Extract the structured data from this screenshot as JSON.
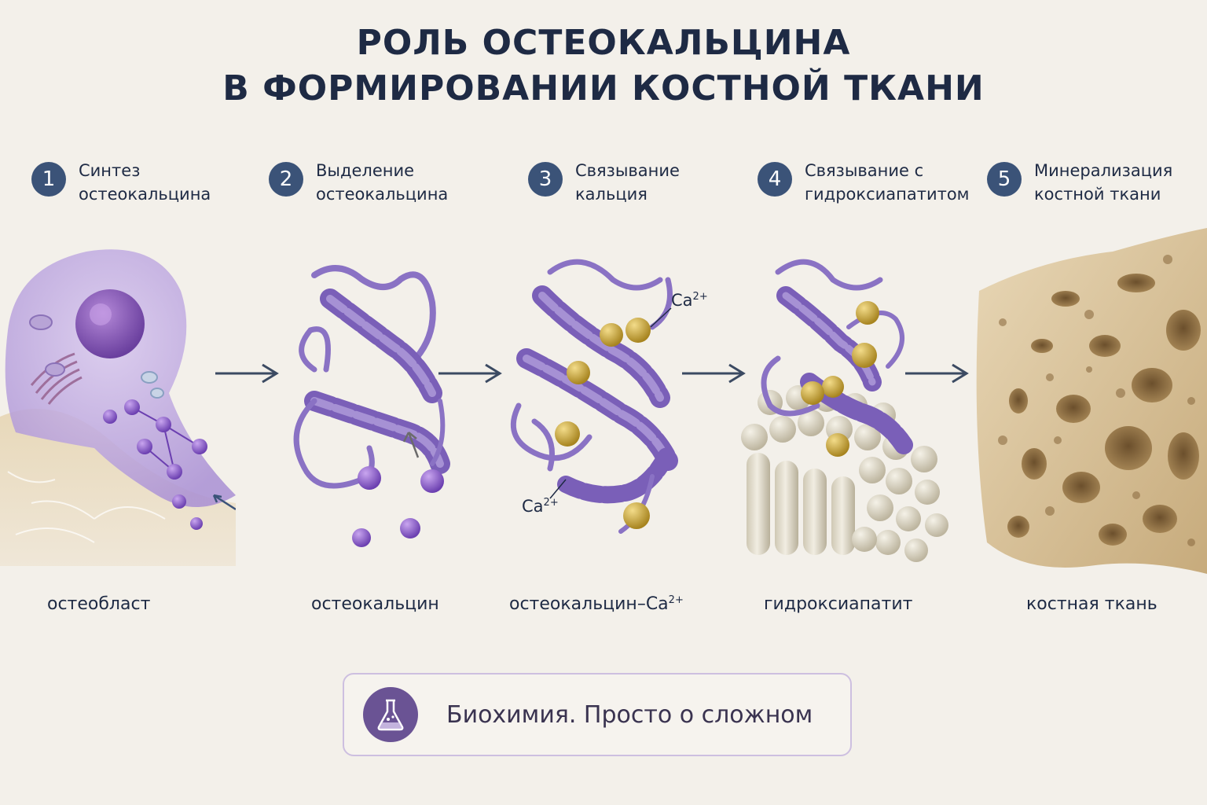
{
  "title": {
    "line1": "РОЛЬ ОСТЕОКАЛЬЦИНА",
    "line2": "В ФОРМИРОВАНИИ КОСТНОЙ ТКАНИ"
  },
  "steps": [
    {
      "number": "1",
      "label": "Синтез\nостеокальцина",
      "caption": "остеобласт"
    },
    {
      "number": "2",
      "label": "Выделение\nостеокальцина",
      "caption": "остеокальцин"
    },
    {
      "number": "3",
      "label": "Связывание\nкальция",
      "caption": "остеокальцин–Ca",
      "caption_sup": "2+"
    },
    {
      "number": "4",
      "label": "Связывание с\nгидроксиапатитом",
      "caption": "гидроксиапатит"
    },
    {
      "number": "5",
      "label": "Минерализация\nкостной ткани",
      "caption": "костная ткань"
    }
  ],
  "ion_labels": [
    {
      "text": "Ca",
      "sup": "2+"
    },
    {
      "text": "Ca",
      "sup": "2+"
    }
  ],
  "badge": {
    "text": "Биохимия. Просто о сложном",
    "icon": "flask-icon"
  },
  "colors": {
    "accent": "#3b5378",
    "protein": "#8a72c4",
    "calcium": "#c9a43a",
    "mineral": "#e4dfcf",
    "bone": "#d9c4a0"
  }
}
